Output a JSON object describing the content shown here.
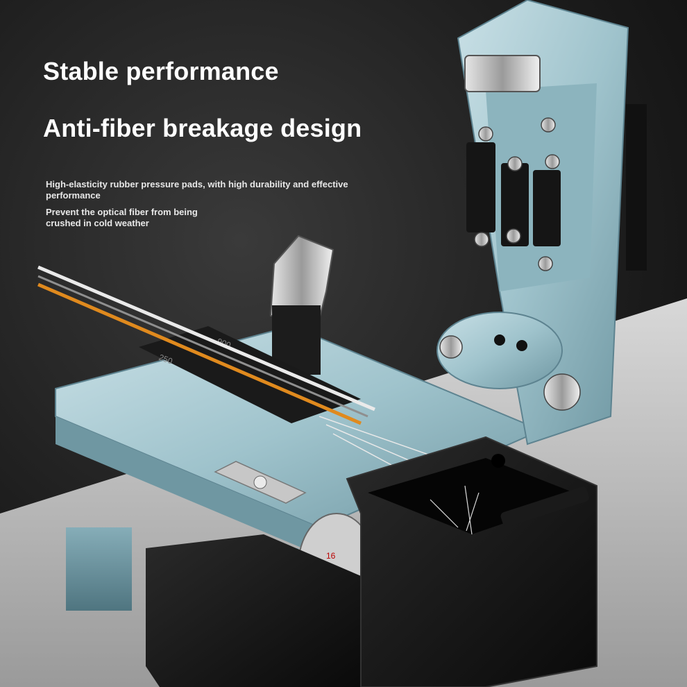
{
  "headline_1": "Stable performance",
  "headline_2": "Anti-fiber breakage design",
  "features": [
    "High-elasticity rubber pressure pads, with high durability and effective performance",
    "Prevent the optical fiber from being crushed in cold weather"
  ],
  "product_labels": {
    "slot_900": "900",
    "slot_250": "250",
    "dial_number": "16"
  },
  "colors": {
    "metal_body": "#9fc3cc",
    "black_parts": "#121212",
    "fiber_orange": "#e08a1e",
    "background": "#1e1e1e"
  }
}
